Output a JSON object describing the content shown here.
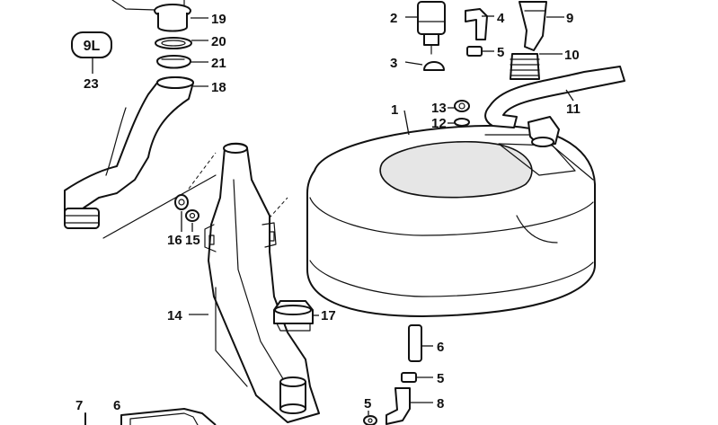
{
  "callouts": {
    "c1": "1",
    "c2": "2",
    "c3": "3",
    "c4": "4",
    "c5a": "5",
    "c6a": "6",
    "c5b": "5",
    "c8": "8",
    "c5c": "5",
    "c6b": "6",
    "c7": "7",
    "c9": "9",
    "c10": "10",
    "c11": "11",
    "c12": "12",
    "c13": "13",
    "c14": "14",
    "c15": "15",
    "c16": "16",
    "c17": "17",
    "c18": "18",
    "c19": "19",
    "c20": "20",
    "c21": "21",
    "c23": "23"
  },
  "boxed_label": "9L"
}
